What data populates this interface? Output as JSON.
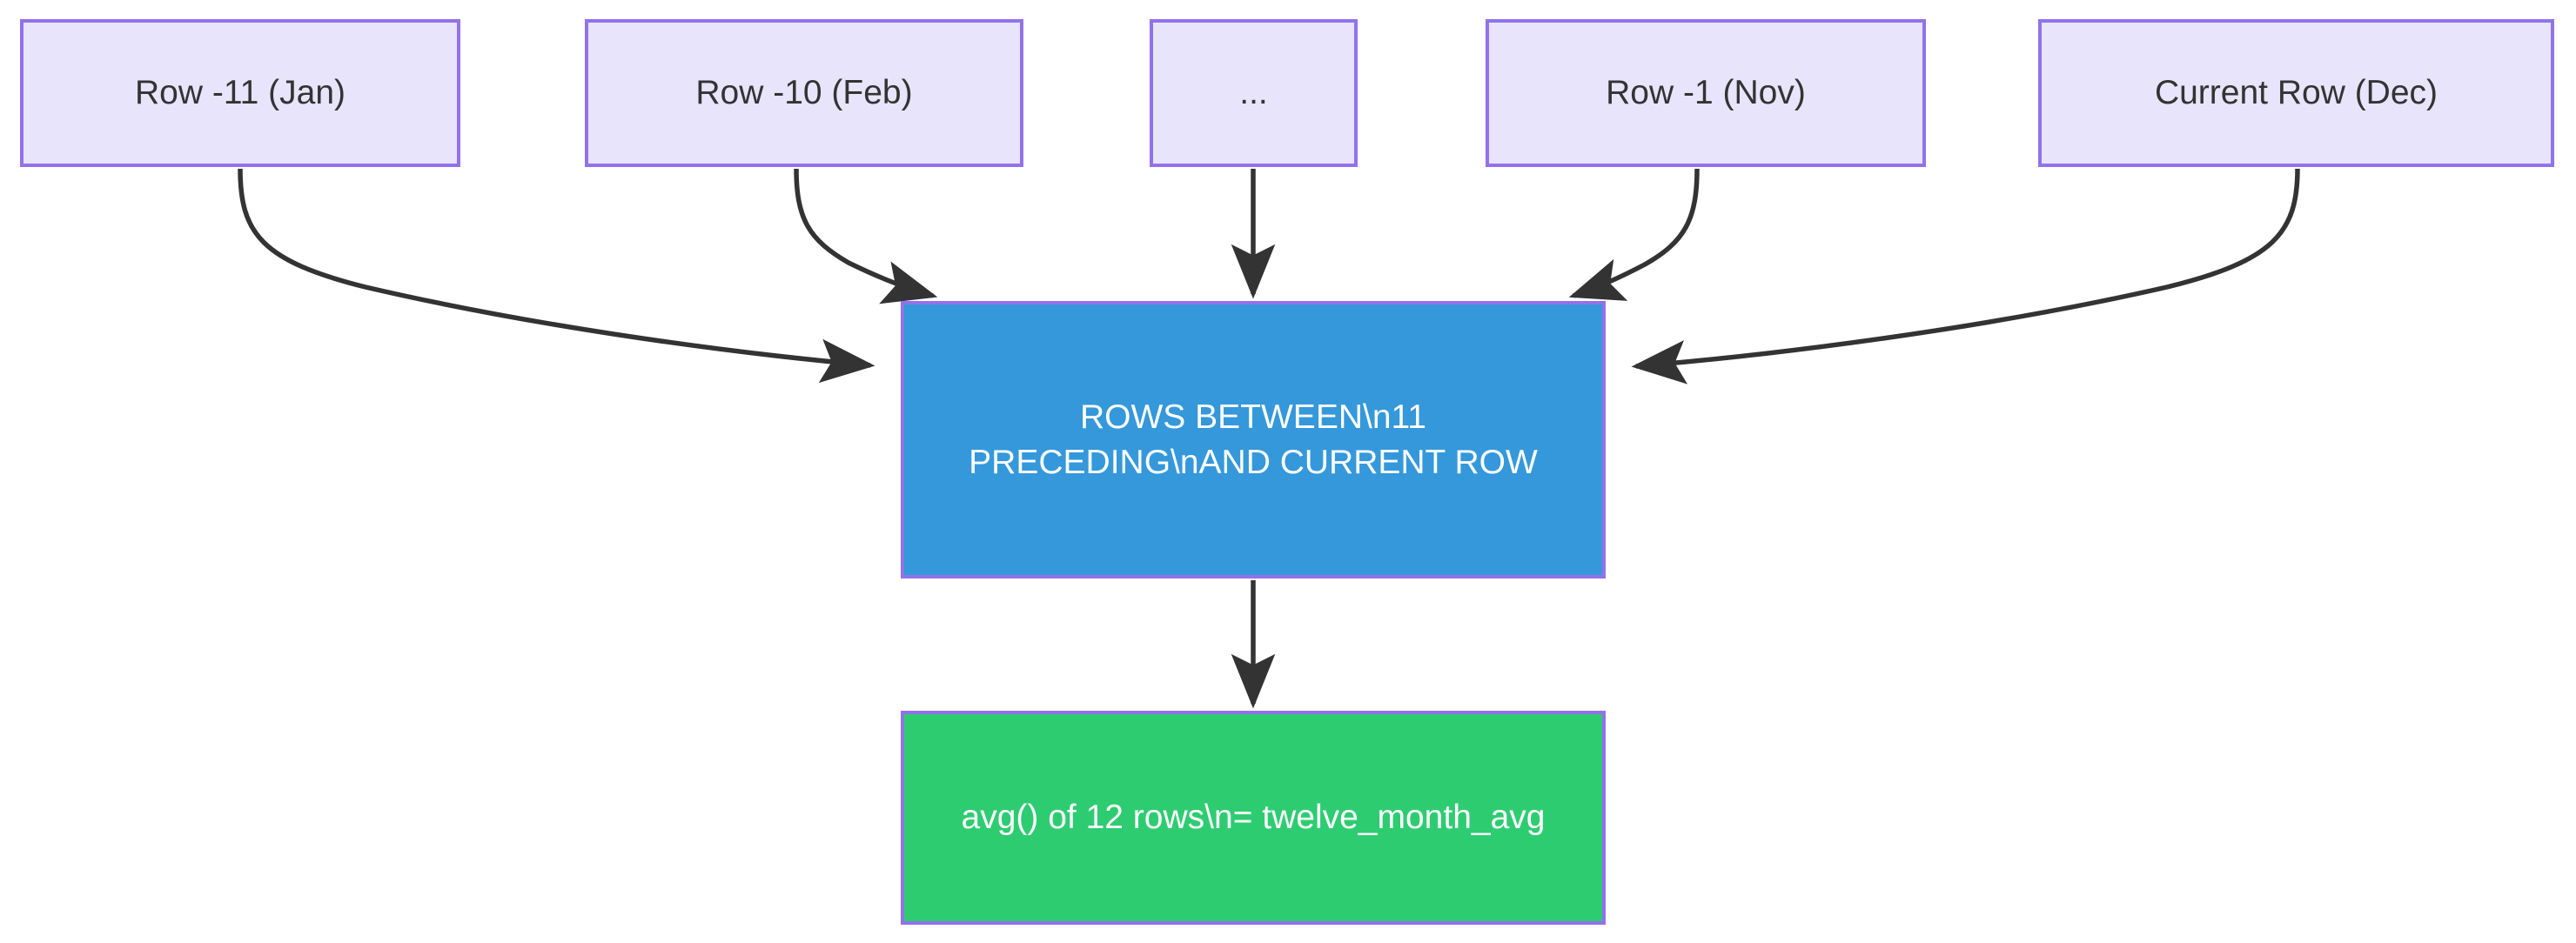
{
  "diagram": {
    "title": "SQL window frame: ROWS BETWEEN 11 PRECEDING AND CURRENT ROW",
    "background_color": "#ffffff",
    "edge_color": "#333333",
    "node_border_color": "#9272eb",
    "input_fill_color": "#e8e4fb",
    "frame_fill_color": "#3498db",
    "output_fill_color": "#2ecc71",
    "input_text_color": "#333333",
    "accent_text_color": "#ffffff"
  },
  "nodes": {
    "inputs": [
      {
        "id": "jan",
        "label": "Row -11 (Jan)"
      },
      {
        "id": "feb",
        "label": "Row -10 (Feb)"
      },
      {
        "id": "ellipsis",
        "label": "..."
      },
      {
        "id": "nov",
        "label": "Row -1 (Nov)"
      },
      {
        "id": "current",
        "label": "Current Row (Dec)"
      }
    ],
    "frame": {
      "id": "frame",
      "label": "ROWS BETWEEN\\n11 PRECEDING\\nAND CURRENT ROW"
    },
    "output": {
      "id": "output",
      "label": "avg() of 12 rows\\n= twelve_month_avg"
    }
  },
  "edges": [
    {
      "from": "jan",
      "to": "frame",
      "style": "curved",
      "arrowhead": "filled-triangle"
    },
    {
      "from": "feb",
      "to": "frame",
      "style": "curved",
      "arrowhead": "filled-triangle"
    },
    {
      "from": "ellipsis",
      "to": "frame",
      "style": "straight",
      "arrowhead": "filled-triangle"
    },
    {
      "from": "nov",
      "to": "frame",
      "style": "curved",
      "arrowhead": "filled-triangle"
    },
    {
      "from": "current",
      "to": "frame",
      "style": "curved",
      "arrowhead": "filled-triangle"
    },
    {
      "from": "frame",
      "to": "output",
      "style": "straight",
      "arrowhead": "filled-triangle"
    }
  ]
}
